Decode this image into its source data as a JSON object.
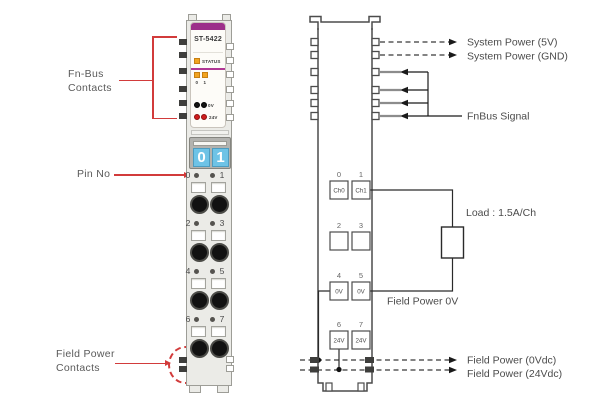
{
  "module": {
    "model": "ST-5422",
    "status_label": "STATUS",
    "status_channels": [
      "0",
      "1"
    ],
    "led_0v_label": "0V",
    "led_24v_label": "24V",
    "display_digits": [
      "0",
      "1"
    ],
    "pin_rows": [
      {
        "left": "0",
        "right": "1"
      },
      {
        "left": "2",
        "right": "3"
      },
      {
        "left": "4",
        "right": "5"
      },
      {
        "left": "6",
        "right": "7"
      }
    ]
  },
  "annotations": {
    "fnbus_contacts_line1": "Fn-Bus",
    "fnbus_contacts_line2": "Contacts",
    "pin_no": "Pin No",
    "field_power_line1": "Field Power",
    "field_power_line2": "Contacts"
  },
  "wiring": {
    "labels": {
      "system_power_5v": "System Power (5V)",
      "system_power_gnd": "System Power (GND)",
      "fnbus_signal": "FnBus Signal",
      "load": "Load : 1.5A/Ch",
      "field_power_0v": "Field Power 0V",
      "field_power_0vdc": "Field Power (0Vdc)",
      "field_power_24vdc": "Field Power (24Vdc)"
    },
    "pins": [
      {
        "no": "0",
        "label": "Ch0"
      },
      {
        "no": "1",
        "label": "Ch1"
      },
      {
        "no": "2",
        "label": ""
      },
      {
        "no": "3",
        "label": ""
      },
      {
        "no": "4",
        "label": "0V"
      },
      {
        "no": "5",
        "label": "0V"
      },
      {
        "no": "6",
        "label": "24V"
      },
      {
        "no": "7",
        "label": "24V"
      }
    ]
  },
  "colors": {
    "annotation_red": "#d23b3b",
    "purple_band": "#9c2f8a",
    "status_orange": "#f2a41f",
    "display_blue": "#6ec3e6",
    "led_red": "#cf1d1d",
    "led_black": "#141414"
  }
}
